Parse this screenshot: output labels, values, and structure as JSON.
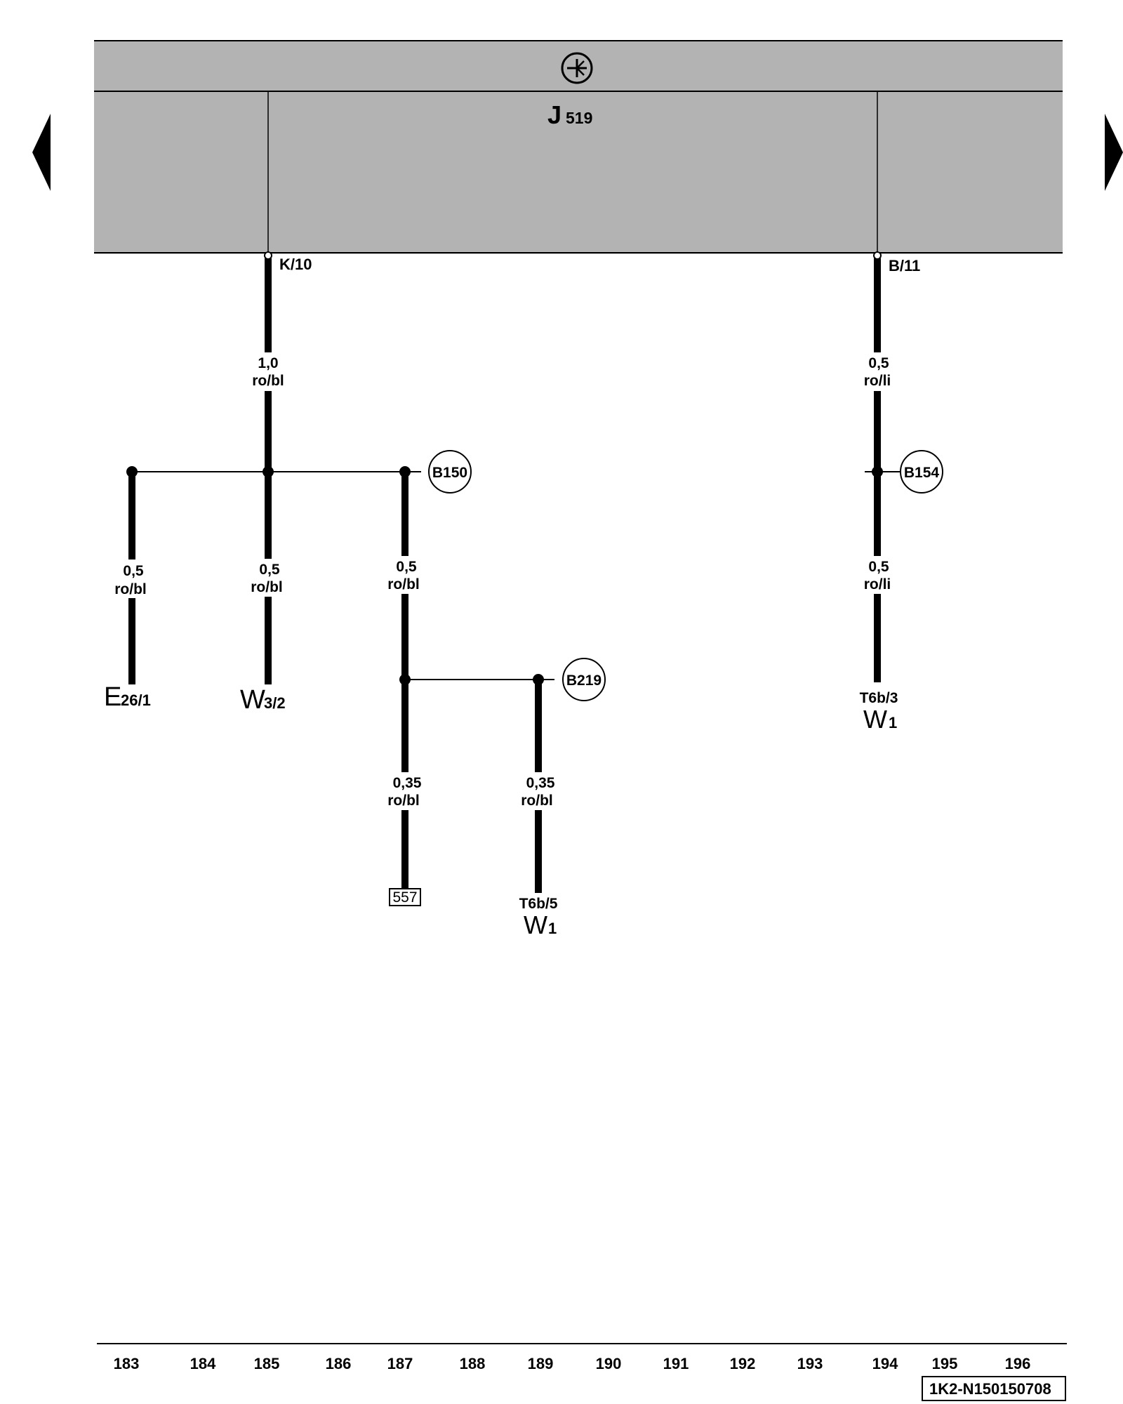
{
  "control_unit": {
    "name": "J",
    "subscript": "519",
    "header_icon": "ground-circuit-icon"
  },
  "navigation": {
    "prev_icon": "triangle-left-icon",
    "next_icon": "triangle-right-icon"
  },
  "pins": {
    "left": "K/10",
    "right": "B/11"
  },
  "wires": {
    "k10_main": {
      "gauge": "1,0",
      "color": "ro/bl"
    },
    "e26": {
      "gauge": "0,5",
      "color": "ro/bl"
    },
    "w3": {
      "gauge": "0,5",
      "color": "ro/bl"
    },
    "b150_drop": {
      "gauge": "0,5",
      "color": "ro/bl"
    },
    "to_557": {
      "gauge": "0,35",
      "color": "ro/bl"
    },
    "to_t6b5": {
      "gauge": "0,35",
      "color": "ro/bl"
    },
    "b11_upper": {
      "gauge": "0,5",
      "color": "ro/li"
    },
    "b11_lower": {
      "gauge": "0,5",
      "color": "ro/li"
    }
  },
  "splices": {
    "b150": "B150",
    "b219": "B219",
    "b154": "B154"
  },
  "components": {
    "e26": {
      "letter": "E",
      "sub": "26/1"
    },
    "w3": {
      "letter": "W",
      "sub": "3/2"
    },
    "t6b5": {
      "connector": "T6b/5",
      "letter": "W",
      "sub": "1"
    },
    "t6b3": {
      "connector": "T6b/3",
      "letter": "W",
      "sub": "1"
    }
  },
  "reference_box": "557",
  "current_tracks": [
    "183",
    "184",
    "185",
    "186",
    "187",
    "188",
    "189",
    "190",
    "191",
    "192",
    "193",
    "194",
    "195",
    "196"
  ],
  "document_id": "1K2-N150150708"
}
